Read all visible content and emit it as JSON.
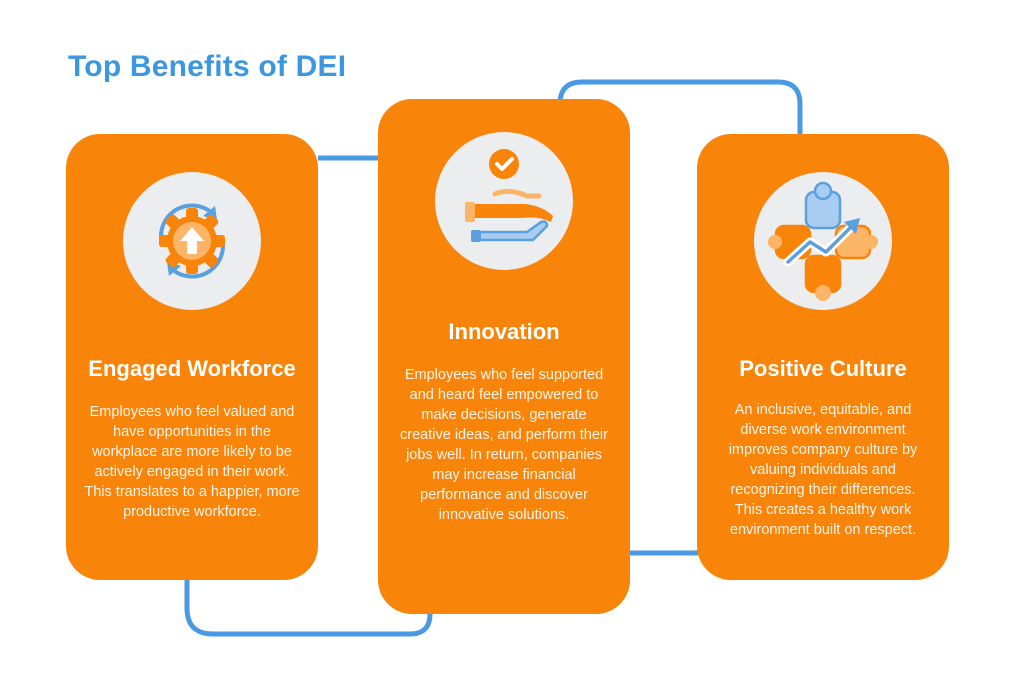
{
  "title": "Top Benefits of DEI",
  "colors": {
    "accent": "#3d96e0",
    "card": "#f8840a",
    "icon_bg": "#ecedef"
  },
  "cards": [
    {
      "icon": "gear-arrows-icon",
      "title": "Engaged Workforce",
      "description": "Employees who feel valued and have opportunities in the workplace are more likely to be actively engaged in their work. This translates to a happier, more productive workforce."
    },
    {
      "icon": "helping-hands-check-icon",
      "title": "Innovation",
      "description": "Employees who feel supported and heard feel empowered to make decisions, generate creative ideas, and perform their jobs well. In return, companies may increase financial performance and discover innovative solutions."
    },
    {
      "icon": "puzzle-growth-arrow-icon",
      "title": "Positive Culture",
      "description": "An inclusive, equitable, and diverse work environment improves company culture by valuing individuals and recognizing their differences. This creates a healthy work environment built on respect."
    }
  ]
}
